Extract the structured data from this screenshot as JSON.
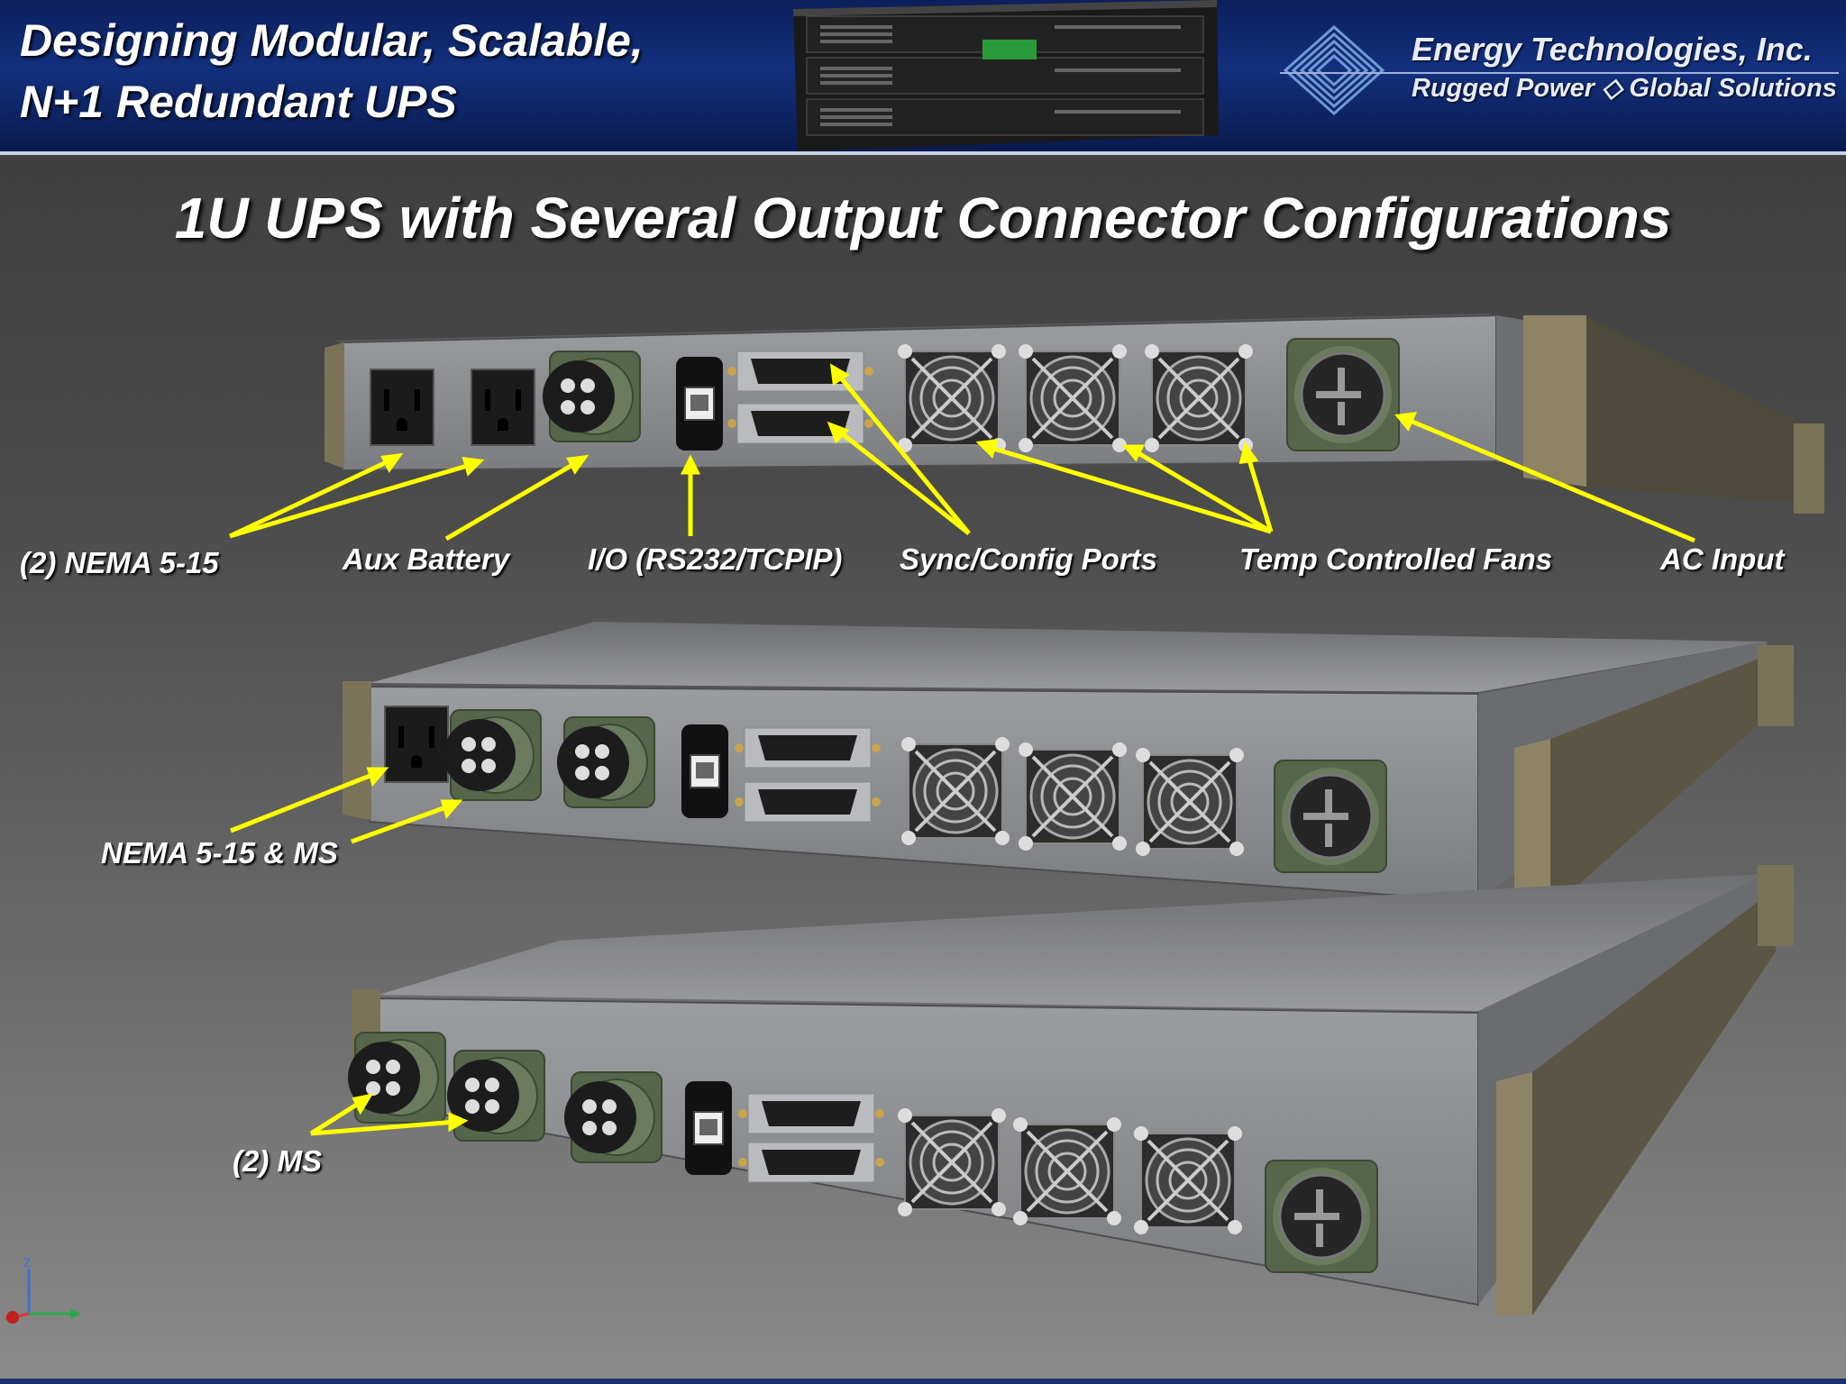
{
  "header": {
    "title_line1": "Designing Modular, Scalable,",
    "title_line2": "N+1 Redundant UPS",
    "company_name": "Energy Technologies, Inc.",
    "company_tagline": "Rugged Power ◇ Global Solutions"
  },
  "slide_title": "1U UPS with Several Output Connector Configurations",
  "callouts": {
    "nema_pair": "(2) NEMA 5-15",
    "aux_battery": "Aux Battery",
    "io_port": "I/O (RS232/TCPIP)",
    "sync_ports": "Sync/Config Ports",
    "fans": "Temp Controlled Fans",
    "ac_input": "AC Input",
    "nema_ms": "NEMA 5-15 & MS",
    "ms_pair": "(2) MS"
  },
  "axis_triad": {
    "z_label": "Z"
  },
  "colors": {
    "banner": "#13307e",
    "arrow": "#ffff00",
    "chassis": "#8a8c8f",
    "connector_green": "#56664a",
    "bracket": "#7a7358"
  }
}
